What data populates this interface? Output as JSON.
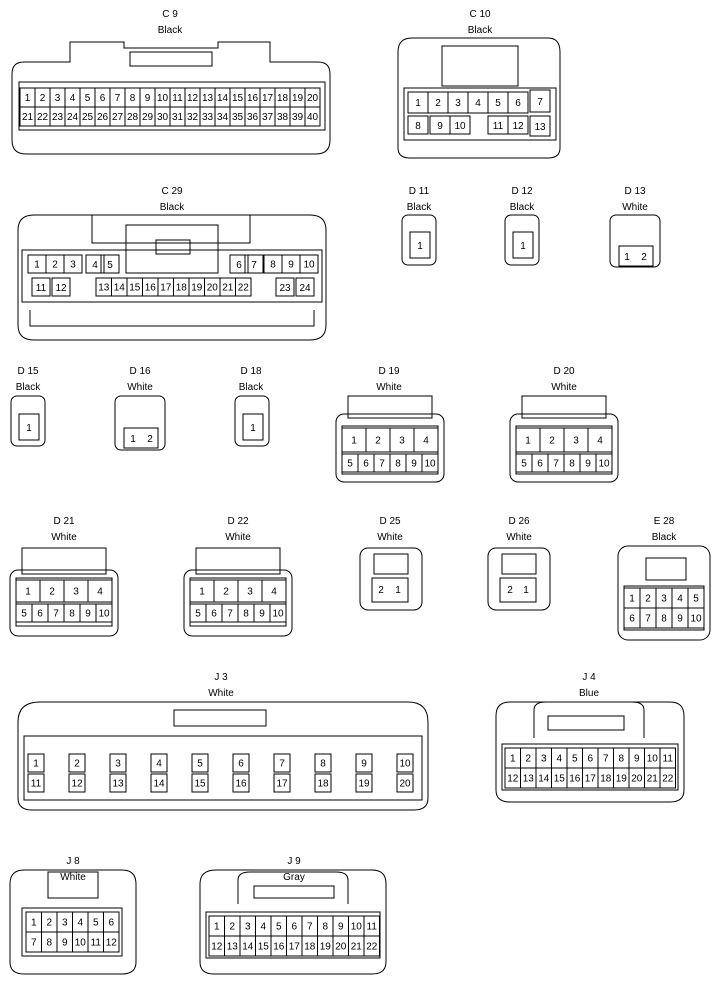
{
  "connectors": [
    {
      "id": "C 9",
      "color": "Black"
    },
    {
      "id": "C 10",
      "color": "Black"
    },
    {
      "id": "C 29",
      "color": "Black"
    },
    {
      "id": "D 11",
      "color": "Black"
    },
    {
      "id": "D 12",
      "color": "Black"
    },
    {
      "id": "D 13",
      "color": "White"
    },
    {
      "id": "D 15",
      "color": "Black"
    },
    {
      "id": "D 16",
      "color": "White"
    },
    {
      "id": "D 18",
      "color": "Black"
    },
    {
      "id": "D 19",
      "color": "White"
    },
    {
      "id": "D 20",
      "color": "White"
    },
    {
      "id": "D 21",
      "color": "White"
    },
    {
      "id": "D 22",
      "color": "White"
    },
    {
      "id": "D 25",
      "color": "White"
    },
    {
      "id": "D 26",
      "color": "White"
    },
    {
      "id": "E 28",
      "color": "Black"
    },
    {
      "id": "J 3",
      "color": "White"
    },
    {
      "id": "J 4",
      "color": "Blue"
    },
    {
      "id": "J 8",
      "color": "White"
    },
    {
      "id": "J 9",
      "color": "Gray"
    }
  ]
}
